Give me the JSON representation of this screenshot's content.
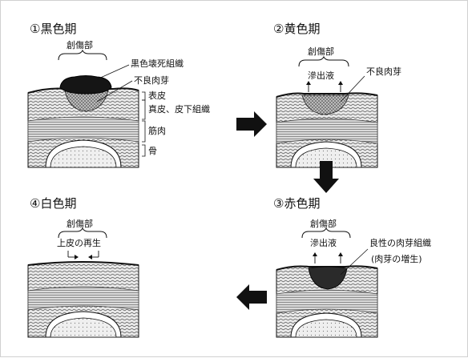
{
  "panels": {
    "p1": {
      "title": "①黒色期",
      "wound": "創傷部",
      "labels": {
        "necrosis": "黒色壊死組織",
        "poor_granulation": "不良肉芽",
        "epidermis": "表皮",
        "dermis": "真皮、皮下組織",
        "muscle": "筋肉",
        "bone": "骨"
      }
    },
    "p2": {
      "title": "②黄色期",
      "wound": "創傷部",
      "labels": {
        "exudate": "滲出液",
        "poor_granulation": "不良肉芽"
      }
    },
    "p3": {
      "title": "③赤色期",
      "wound": "創傷部",
      "labels": {
        "exudate": "滲出液",
        "good_granulation": "良性の肉芽組織",
        "growth": "(肉芽の増生)"
      }
    },
    "p4": {
      "title": "④白色期",
      "wound": "創傷部",
      "labels": {
        "regeneration": "上皮の再生"
      }
    }
  },
  "colors": {
    "ink": "#111111",
    "tissue": "#cfcfcf",
    "dark": "#1a1a1a",
    "arrow": "#111111"
  }
}
